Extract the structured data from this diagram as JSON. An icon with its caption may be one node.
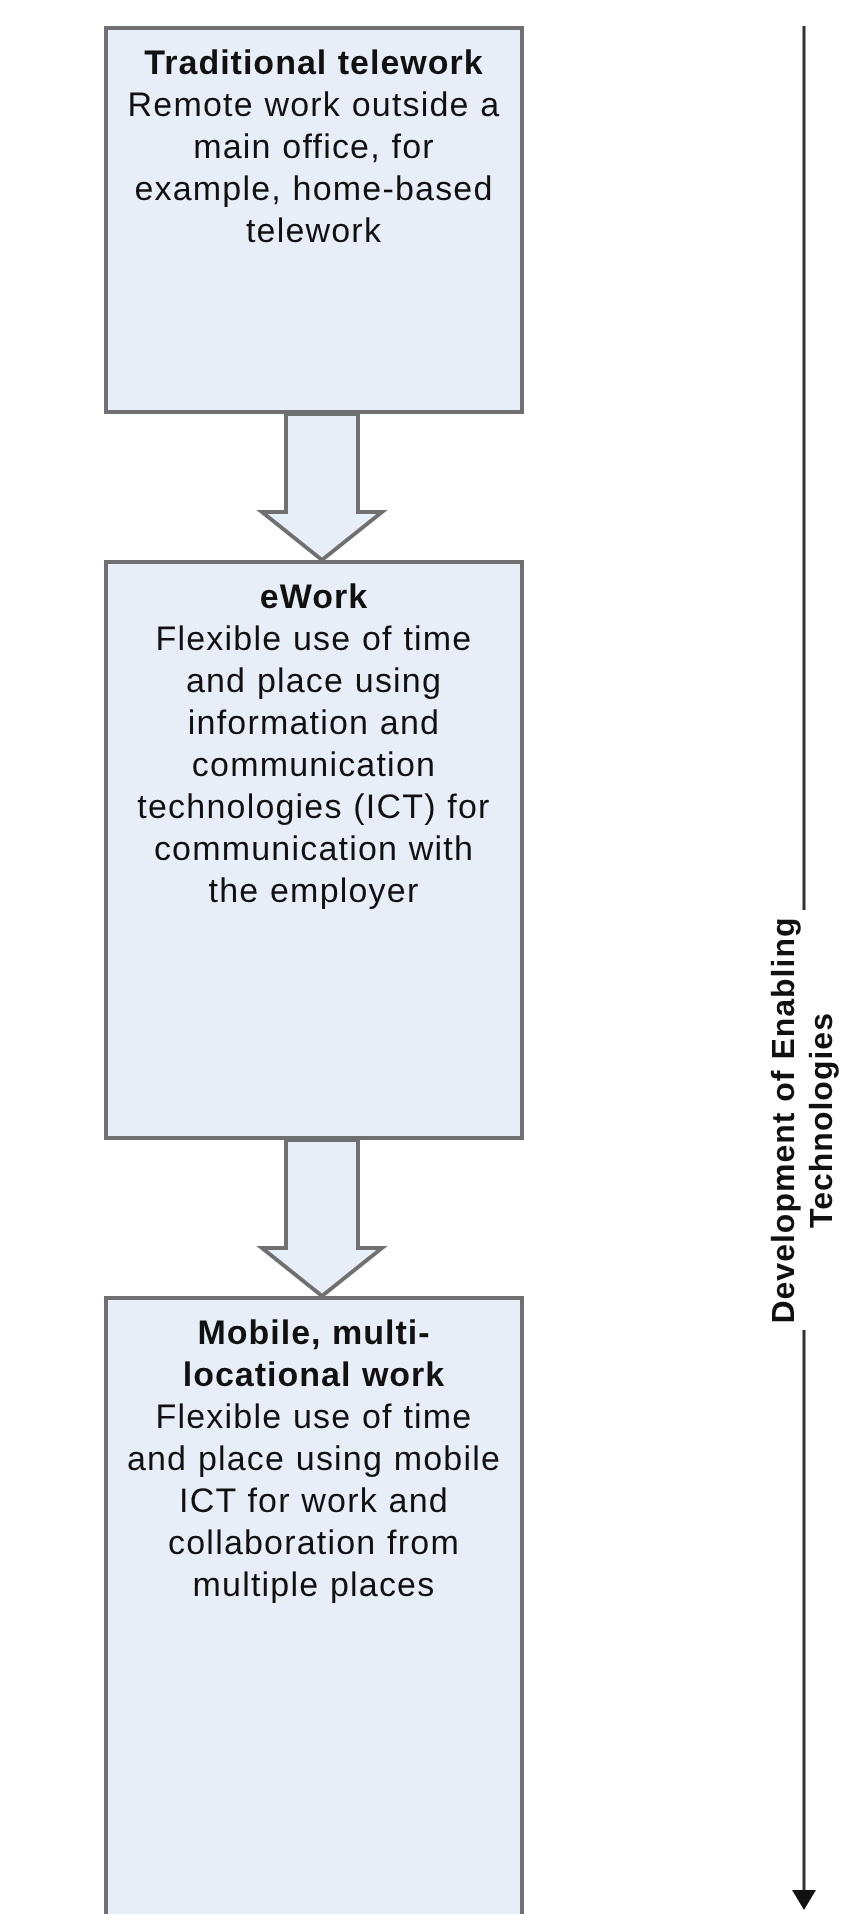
{
  "diagram": {
    "nodes": [
      {
        "text": [
          "Traditional telework",
          "Remote work outside a main office, for example, home-based telework"
        ]
      },
      {
        "text": [
          "eWork",
          "Flexible use of time and place using information and communication technologies (ICT) for communication with the employer"
        ]
      },
      {
        "text": [
          "Mobile, multi-locational work",
          "Flexible use of time and place using mobile ICT for work and collaboration from multiple places"
        ]
      }
    ],
    "edges": [
      {
        "from": 0,
        "to": 1,
        "arrow": "to"
      },
      {
        "from": 1,
        "to": 2,
        "arrow": "to"
      }
    ],
    "labels": [
      "Development of Enabling Technologies"
    ]
  }
}
